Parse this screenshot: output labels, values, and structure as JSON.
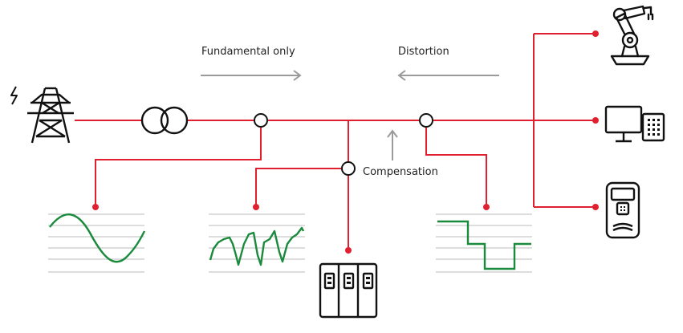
{
  "labels": {
    "fundamental": "Fundamental only",
    "distortion": "Distortion",
    "compensation": "Compensation"
  },
  "colors": {
    "line": "#e0202e",
    "wave": "#1a8a3c",
    "arrow": "#9a9a9a",
    "icon": "#111111",
    "grid": "#bbbbbb"
  },
  "icons": [
    "power-tower-icon",
    "transformer-icon",
    "industrial-robot-icon",
    "computer-icon",
    "drive-icon",
    "active-filter-icon"
  ]
}
